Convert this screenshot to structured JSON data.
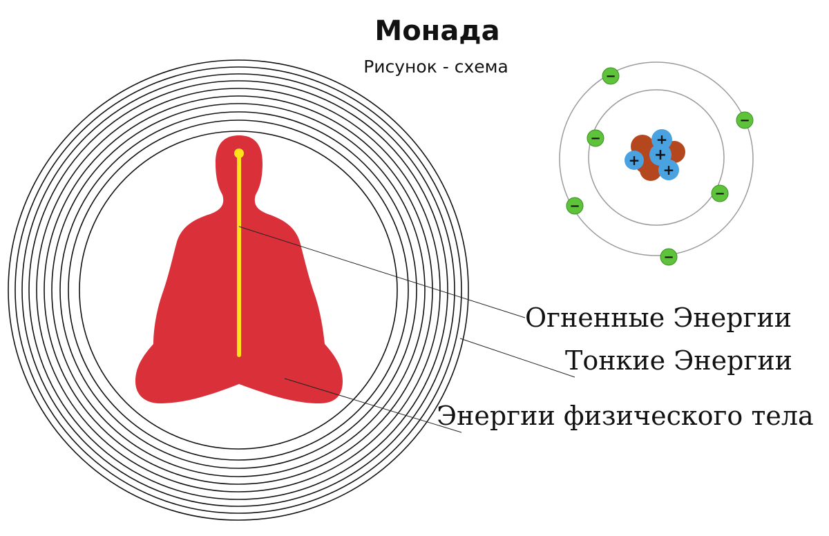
{
  "header": {
    "title": "Монада",
    "subtitle": "Рисунок - схема"
  },
  "labels": {
    "fiery": "Огненные Энергии",
    "subtle": "Тонкие Энергии",
    "physical": "Энергии физического тела"
  },
  "atom": {
    "electron_sign": "−",
    "proton_sign": "+"
  },
  "colors": {
    "body": "#d9303a",
    "spine": "#ffe21a",
    "rings": "#111111",
    "electron": "#5ec23a",
    "proton": "#4aa3e0",
    "neutron": "#b5471e"
  }
}
